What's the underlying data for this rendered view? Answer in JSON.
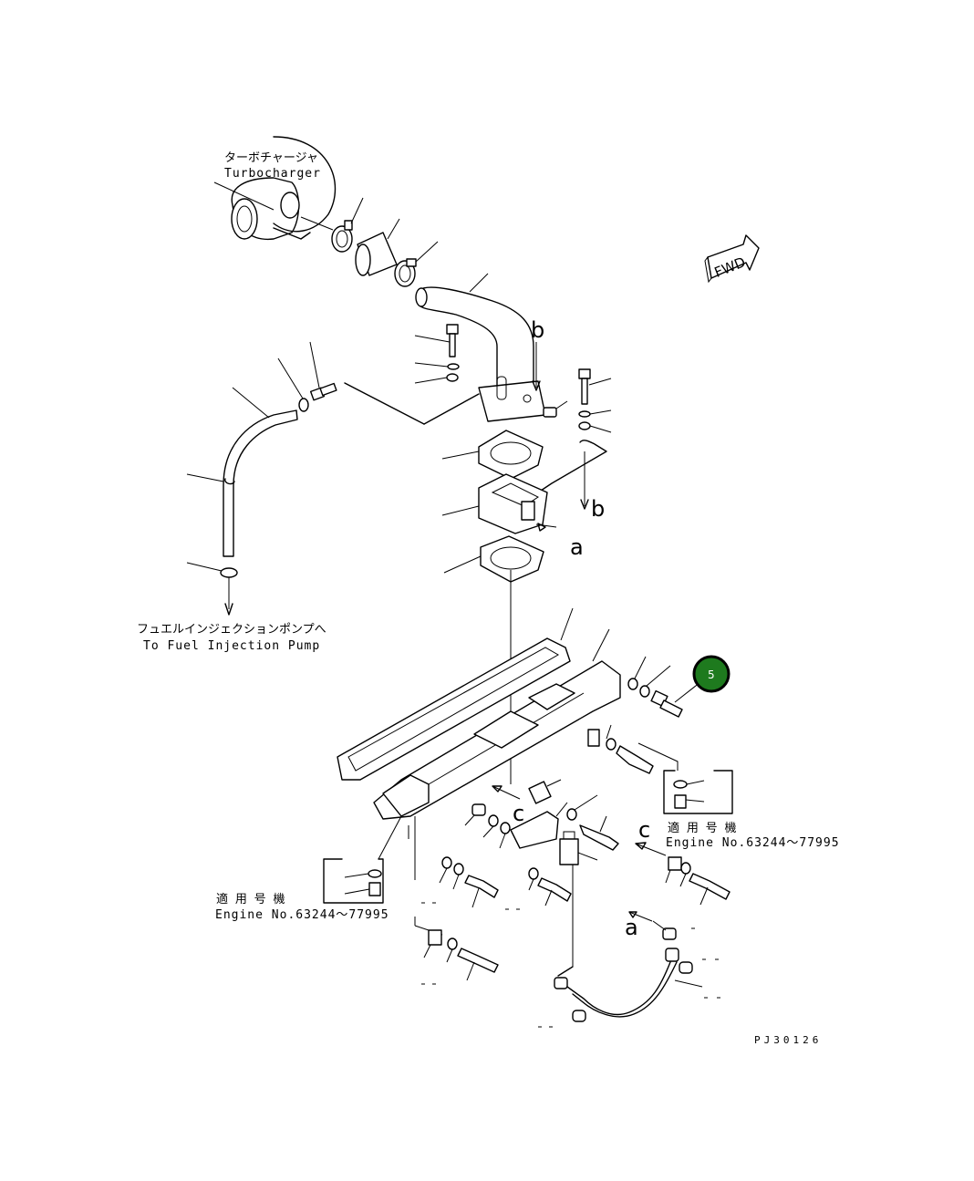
{
  "labels": {
    "turbocharger_jp": "ターボチャージャ",
    "turbocharger_en": "Turbocharger",
    "fuel_pump_jp": "フュエルインジェクションポンプへ",
    "fuel_pump_en": "To Fuel Injection Pump",
    "applicable_jp_right": "適 用 号 機",
    "applicable_en_right": "Engine No.63244～77995",
    "applicable_jp_left": "適 用 号 機",
    "applicable_en_left": "Engine No.63244～77995",
    "fwd": "FWD",
    "ref_a_top": "a",
    "ref_a_bottom": "a",
    "ref_b_top": "b",
    "ref_b_bottom": "b",
    "ref_c_left": "c",
    "ref_c_right": "c",
    "drawing_number": "PJ30126",
    "badge": "5"
  }
}
